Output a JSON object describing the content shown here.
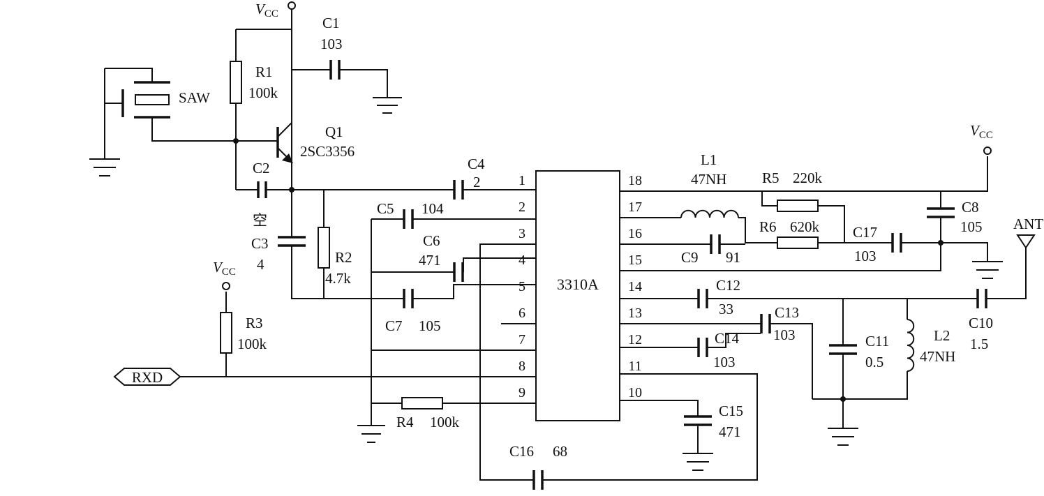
{
  "ic": {
    "name": "3310A",
    "left_pins": [
      "1",
      "2",
      "3",
      "4",
      "5",
      "6",
      "7",
      "8",
      "9"
    ],
    "right_pins": [
      "18",
      "17",
      "16",
      "15",
      "14",
      "13",
      "12",
      "11",
      "10"
    ]
  },
  "components": {
    "C1": {
      "ref": "C1",
      "value": "103"
    },
    "C2": {
      "ref": "C2",
      "value": "空"
    },
    "C3": {
      "ref": "C3",
      "value": "4"
    },
    "C4": {
      "ref": "C4",
      "value": "2"
    },
    "C5": {
      "ref": "C5",
      "value": "104"
    },
    "C6": {
      "ref": "C6",
      "value": "471"
    },
    "C7": {
      "ref": "C7",
      "value": "105"
    },
    "C8": {
      "ref": "C8",
      "value": "105"
    },
    "C9": {
      "ref": "C9",
      "value": "91"
    },
    "C10": {
      "ref": "C10",
      "value": "1.5"
    },
    "C11": {
      "ref": "C11",
      "value": "0.5"
    },
    "C12": {
      "ref": "C12",
      "value": "33"
    },
    "C13": {
      "ref": "C13",
      "value": "103"
    },
    "C14": {
      "ref": "C14",
      "value": "103"
    },
    "C15": {
      "ref": "C15",
      "value": "471"
    },
    "C16": {
      "ref": "C16",
      "value": "68"
    },
    "C17": {
      "ref": "C17",
      "value": "103"
    },
    "R1": {
      "ref": "R1",
      "value": "100k"
    },
    "R2": {
      "ref": "R2",
      "value": "4.7k"
    },
    "R3": {
      "ref": "R3",
      "value": "100k"
    },
    "R4": {
      "ref": "R4",
      "value": "100k"
    },
    "R5": {
      "ref": "R5",
      "value": "220k"
    },
    "R6": {
      "ref": "R6",
      "value": "620k"
    },
    "L1": {
      "ref": "L1",
      "value": "47NH"
    },
    "L2": {
      "ref": "L2",
      "value": "47NH"
    },
    "Q1": {
      "ref": "Q1",
      "value": "2SC3356"
    },
    "SAW": {
      "ref": "SAW"
    },
    "ANT": {
      "ref": "ANT"
    },
    "RXD": {
      "ref": "RXD"
    }
  },
  "supply": {
    "vcc_main": "V",
    "vcc_sub": "CC"
  }
}
